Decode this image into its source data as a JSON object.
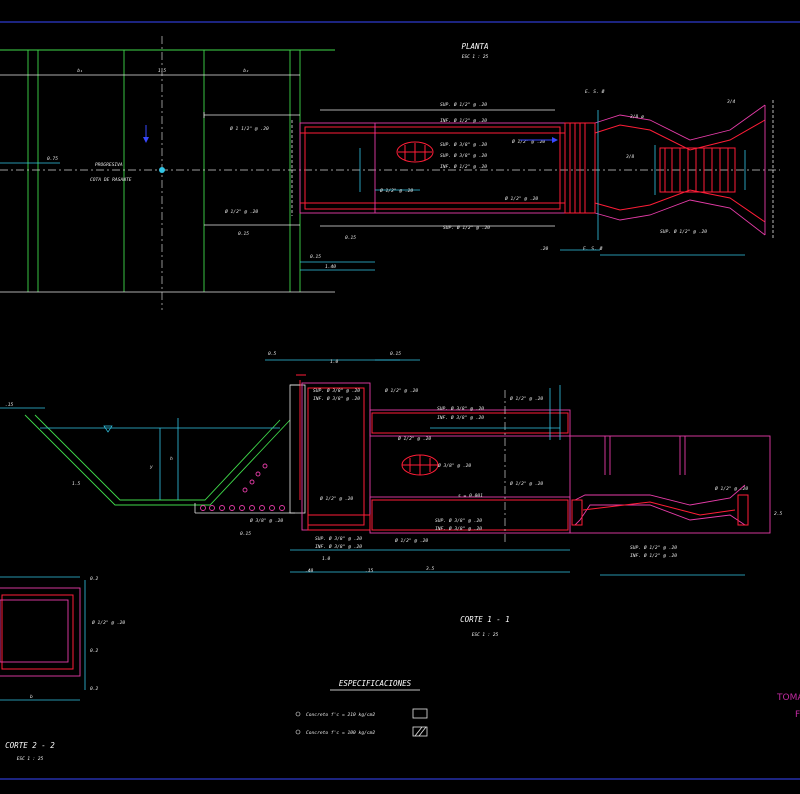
{
  "drawing": {
    "planta": {
      "title": "PLANTA",
      "scale": "ESC 1 : 25"
    },
    "corte1": {
      "title": "CORTE 1 - 1",
      "scale": "ESC 1 : 25"
    },
    "corte2": {
      "title": "CORTE 2 - 2",
      "scale": "ESC 1 : 25"
    },
    "specs": {
      "title": "ESPECIFICACIONES",
      "item1": "Concreto f'c = 210 kg/cm2",
      "item2": "Concreto f'c = 100 kg/cm2"
    },
    "sheet_title_line1": "TOMA",
    "sheet_title_line2": "F",
    "plan_labels": {
      "progresiva": "PROGRESIVA",
      "cota": "COTA DE RASANTE",
      "sup1": "SUP. Ø 1/2\" @ .20",
      "sup2": "SUP. Ø 1/2\" @ .20",
      "sup3": "SUP. Ø 3/8\" @ .20",
      "sup4": "SUP. Ø 3/8\" @ .20",
      "inf1": "INF. Ø 1/2\" @ .20",
      "inf2": "INF. Ø 1/2\" @ .20",
      "bar1": "Ø 1 1/2\" @ .20",
      "bar2": "Ø 1/2\" @ .20",
      "bar3": "Ø 1/2\" @ .20",
      "bar4": "Ø 1/2\" @ .20",
      "bar5": "Ø 1/2\" @ .20",
      "sup5": "SUP. Ø 1/2\" @ .20",
      "e1": "E. S. Ø",
      "e2": "E. S. Ø",
      "d1": "0.75",
      "d2": "0.15",
      "d3": "0.15",
      "d4": "0.15",
      "d5": "1.40",
      "d6": "1.5",
      "d7": "b₁",
      "d8": "b₂",
      "d9": ".20",
      "d10": "3/8 ø",
      "d11": "3/4",
      "d12": "3/8"
    },
    "corte_labels": {
      "a1": "SUP. Ø 3/8\" @ .20",
      "a2": "INF. Ø 3/8\" @ .20",
      "a3": "Ø 1/2\" @ .20",
      "a4": "SUP. Ø 3/8\" @ .20",
      "a5": "INF. Ø 3/8\" @ .20",
      "a6": "Ø 1/2\" @ .20",
      "a7": "Ø 3/8\" @ .20",
      "a8": "Ø 1/2\" @ .20",
      "a9": "s = 0.001",
      "a10": "Ø 1/2\" @ .20",
      "a11": "Ø 3/8\" @ .20",
      "a12": "SUP. Ø 3/8\" @ .20",
      "a13": "INF. Ø 3/8\" @ .20",
      "a14": "Ø 1/2\" @ .20",
      "a15": "SUP. Ø 3/8\" @ .20",
      "a16": "INF. Ø 3/8\" @ .20",
      "a17": "Ø 1/2\" @ .20",
      "a18": "Ø 1/2\" @ .20",
      "a19": "SUP. Ø 1/2\" @ .20",
      "a20": "INF. Ø 1/2\" @ .20",
      "d1": "0.5",
      "d2": "1.0",
      "d3": "0.15",
      "d4": "0.15",
      "d5": "1.0",
      "d6": ".15",
      "d7": "3.5",
      "d8": ".40",
      "d9": "h",
      "d10": "y",
      "d11": "2.5",
      "d12": "1.5",
      "d13": ".15"
    },
    "c2_labels": {
      "a1": "Ø 1/2\" @ .20",
      "d1": "0.2",
      "d2": "0.2",
      "d3": "0.2",
      "d4": "b"
    }
  }
}
